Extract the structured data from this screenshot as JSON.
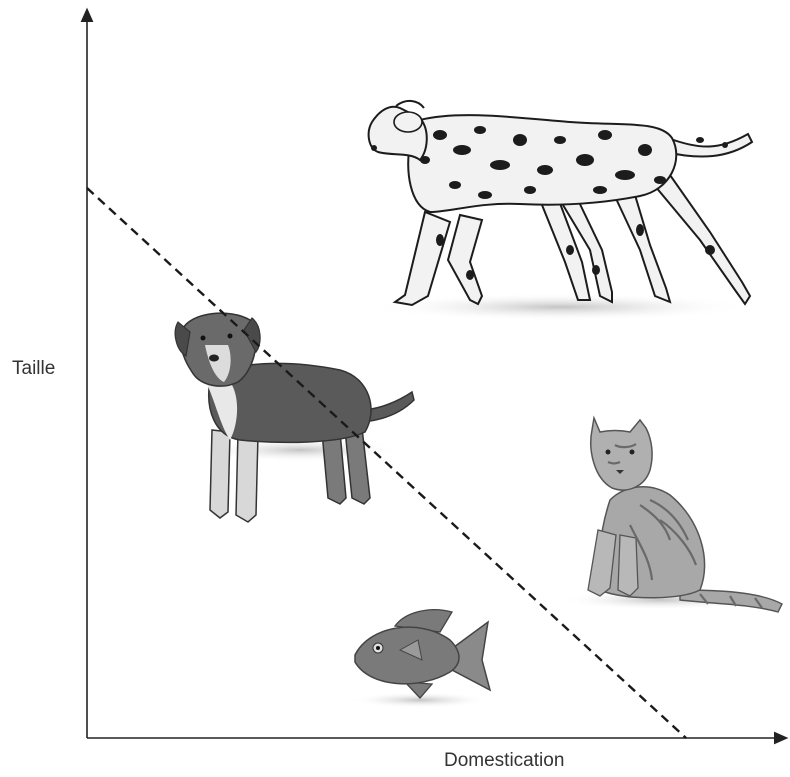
{
  "axes": {
    "x_label": "Domestication",
    "y_label": "Taille"
  },
  "animals": [
    {
      "name": "dalmatian",
      "description_icon": "dalmatian-dog-icon"
    },
    {
      "name": "mixed-breed-dog",
      "description_icon": "dog-icon"
    },
    {
      "name": "tabby-cat",
      "description_icon": "cat-icon"
    },
    {
      "name": "fish",
      "description_icon": "fish-icon"
    }
  ],
  "colors": {
    "axis": "#222222",
    "boundary": "#1a1a1a",
    "dalmatian_body": "#f2f2f2",
    "dalmatian_spots": "#1c1c1c",
    "dog_dark": "#5a5a5a",
    "dog_light": "#d8d8d8",
    "cat_body": "#a8a8a8",
    "cat_stripes": "#6a6a6a",
    "fish_body": "#7a7a7a",
    "shadow": "#cfcfcf"
  }
}
